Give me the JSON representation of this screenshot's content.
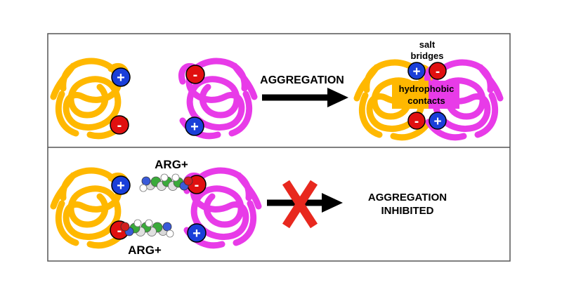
{
  "panels": {
    "top": {
      "arrow_label": "AGGREGATION",
      "complex_label_top": [
        "salt",
        "bridges"
      ],
      "complex_label_middle": [
        "hydrophobic",
        "contacts"
      ]
    },
    "bottom": {
      "additive_label_upper": "ARG+",
      "additive_label_lower": "ARG+",
      "result_label": [
        "AGGREGATION",
        "INHIBITED"
      ]
    }
  },
  "charges": {
    "positive": "+",
    "negative": "-"
  },
  "colors": {
    "protein_a": "#FFB800",
    "protein_b": "#E83BE8",
    "positive_charge": "#1A3FD9",
    "negative_charge": "#E01010",
    "inhibit_cross": "#E8281E",
    "hydrophobic_box_a": "#FFB800",
    "hydrophobic_box_b": "#E83BE8"
  },
  "icons": [
    "protein-ribbon-icon",
    "charge-icon",
    "arrow-icon",
    "arginine-molecule-icon",
    "cross-icon"
  ]
}
